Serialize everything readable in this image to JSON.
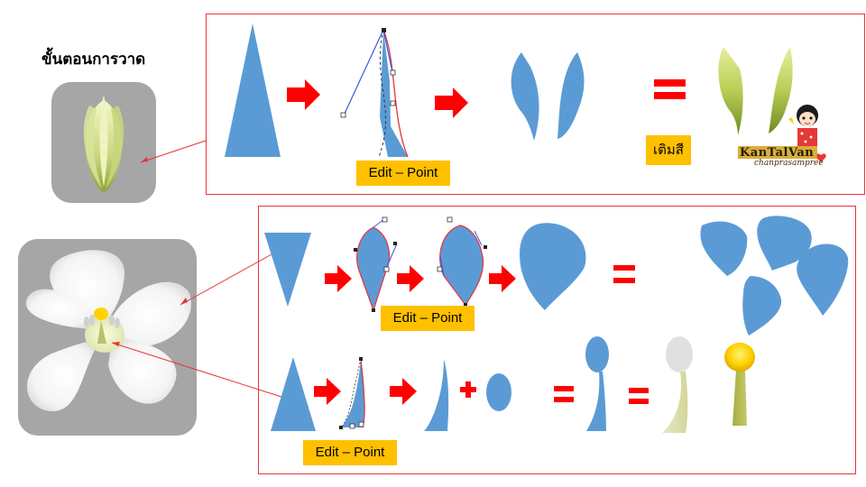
{
  "title": "ขั้นตอนการวาด",
  "labels": {
    "edit_point_1": "Edit – Point",
    "edit_point_2": "Edit – Point",
    "edit_point_3": "Edit – Point",
    "fill_color": "เติมสี"
  },
  "logo": {
    "brand": "KanTalVan",
    "credit": "chanprasampree"
  },
  "colors": {
    "shape_blue": "#5b9bd5",
    "arrow_red": "#ff0000",
    "panel_border": "#e8333a",
    "label_bg": "#ffc000",
    "thumb_bg": "#a6a6a6",
    "leaf_green": "#a9c24a"
  },
  "icons": [
    "arrow-right-icon",
    "equals-icon",
    "plus-icon"
  ]
}
